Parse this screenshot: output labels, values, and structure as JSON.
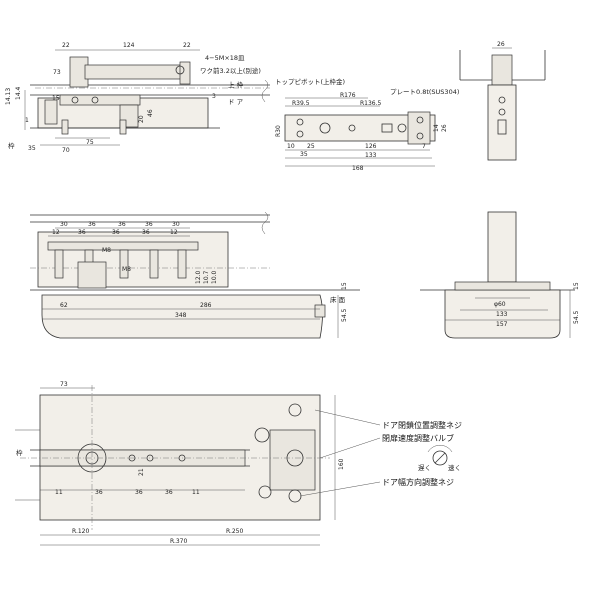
{
  "top_side_view": {
    "dims": {
      "d22": "22",
      "d124": "124",
      "d22b": "22",
      "d73": "73",
      "d1413": "14.13",
      "d144": "14.4",
      "d1": "1",
      "d35": "35",
      "d20": "20",
      "d70": "70",
      "d75": "75",
      "d46": "46",
      "d3": "3",
      "d15": "15"
    },
    "notes": {
      "screw": "4−5M×18皿",
      "thread": "ワク前3.2以上(別途)",
      "upper_frame": "上 枠",
      "door": "ド ア",
      "frame": "枠"
    }
  },
  "top_pivot": {
    "title": "トップピボット(上枠金)",
    "plate_note": "プレート0.8t(SUS304)",
    "dims": {
      "r176": "R176",
      "r39": "R39.5",
      "r1365": "R136.5",
      "r30": "R30",
      "d14": "14",
      "d26": "26",
      "d10": "10",
      "d25": "25",
      "d126": "126",
      "d7": "7",
      "d35": "35",
      "d133": "133",
      "d168": "168"
    }
  },
  "right_top_view": {
    "dims": {
      "d26": "26"
    }
  },
  "middle_side_view": {
    "dims": {
      "d30a": "30",
      "d36a": "36",
      "d36b": "36",
      "d36c": "36",
      "d30b": "30",
      "d12": "12",
      "d36d": "36",
      "d36e": "36",
      "d36f": "36",
      "d12b": "12",
      "m8": "M8",
      "m8b": "M8",
      "d62": "62",
      "d286": "286",
      "d348": "348",
      "d545": "54.5",
      "d15": "15",
      "r1202": "12.0",
      "r107": "10.7",
      "r100": "10.0"
    },
    "notes": {
      "floor": "床 面"
    }
  },
  "right_middle_view": {
    "dims": {
      "d60": "φ60",
      "d133": "133",
      "d157": "157",
      "d545": "54.5",
      "d15": "15"
    }
  },
  "plan_view": {
    "dims": {
      "d73": "73",
      "d11a": "11",
      "d36a": "36",
      "d36b": "36",
      "d36c": "36",
      "d11b": "11",
      "d21": "21",
      "r120": "R.120",
      "r250": "R.250",
      "r370": "R.370",
      "d160": "160"
    },
    "side_label": "枠",
    "callouts": [
      "ドア閉鎖位置調整ネジ",
      "閉扉速度調整バルブ",
      "ドア幅方向調整ネジ"
    ],
    "speed": {
      "slow": "遅く",
      "fast": "速く"
    }
  }
}
